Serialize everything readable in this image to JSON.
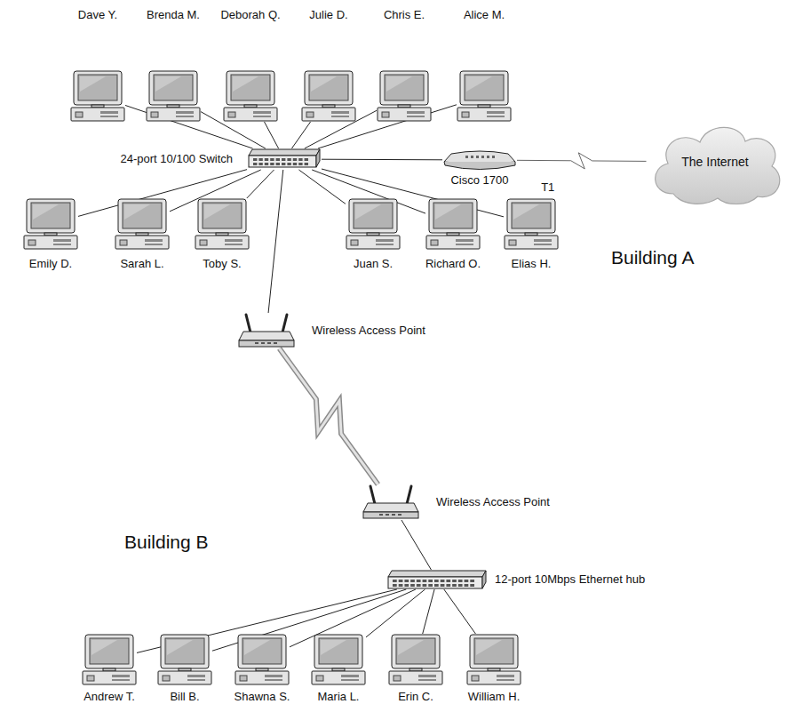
{
  "diagram": {
    "nodes": [
      {
        "text": [
          "Dave Y."
        ]
      },
      {
        "text": [
          "Brenda M."
        ]
      },
      {
        "text": [
          "Deborah Q."
        ]
      },
      {
        "text": [
          "Julie D."
        ]
      },
      {
        "text": [
          "Chris E."
        ]
      },
      {
        "text": [
          "Alice M."
        ]
      },
      {
        "text": [
          "24-port 10/100 Switch"
        ]
      },
      {
        "text": [
          "Cisco 1700"
        ]
      },
      {
        "text": [
          "The Internet"
        ]
      },
      {
        "text": [
          "Emily D."
        ]
      },
      {
        "text": [
          "Sarah L."
        ]
      },
      {
        "text": [
          "Toby S."
        ]
      },
      {
        "text": [
          "Juan S."
        ]
      },
      {
        "text": [
          "Richard O."
        ]
      },
      {
        "text": [
          "Elias H."
        ]
      },
      {
        "text": [
          "Wireless Access Point"
        ]
      },
      {
        "text": [
          "Wireless Access Point"
        ]
      },
      {
        "text": [
          "12-port 10Mbps Ethernet hub"
        ]
      },
      {
        "text": [
          "Andrew T."
        ]
      },
      {
        "text": [
          "Bill B."
        ]
      },
      {
        "text": [
          "Shawna S."
        ]
      },
      {
        "text": [
          "Maria L."
        ]
      },
      {
        "text": [
          "Erin C."
        ]
      },
      {
        "text": [
          "William H."
        ]
      }
    ],
    "edges": [
      {
        "from": 0,
        "to": 6,
        "arrow": "none"
      },
      {
        "from": 1,
        "to": 6,
        "arrow": "none"
      },
      {
        "from": 2,
        "to": 6,
        "arrow": "none"
      },
      {
        "from": 3,
        "to": 6,
        "arrow": "none"
      },
      {
        "from": 4,
        "to": 6,
        "arrow": "none"
      },
      {
        "from": 5,
        "to": 6,
        "arrow": "none"
      },
      {
        "from": 6,
        "to": 7,
        "arrow": "none"
      },
      {
        "from": 7,
        "to": 8,
        "label": "T1",
        "arrow": "none"
      },
      {
        "from": 9,
        "to": 6,
        "arrow": "none"
      },
      {
        "from": 10,
        "to": 6,
        "arrow": "none"
      },
      {
        "from": 11,
        "to": 6,
        "arrow": "none"
      },
      {
        "from": 12,
        "to": 6,
        "arrow": "none"
      },
      {
        "from": 13,
        "to": 6,
        "arrow": "none"
      },
      {
        "from": 14,
        "to": 6,
        "arrow": "none"
      },
      {
        "from": 6,
        "to": 15,
        "arrow": "none"
      },
      {
        "from": 15,
        "to": 16,
        "arrow": "none"
      },
      {
        "from": 16,
        "to": 17,
        "arrow": "none"
      },
      {
        "from": 17,
        "to": 18,
        "arrow": "none"
      },
      {
        "from": 17,
        "to": 19,
        "arrow": "none"
      },
      {
        "from": 17,
        "to": 20,
        "arrow": "none"
      },
      {
        "from": 17,
        "to": 21,
        "arrow": "none"
      },
      {
        "from": 17,
        "to": 22,
        "arrow": "none"
      },
      {
        "from": 17,
        "to": 23,
        "arrow": "none"
      }
    ],
    "labels": [
      "Building A",
      "Building B"
    ]
  }
}
